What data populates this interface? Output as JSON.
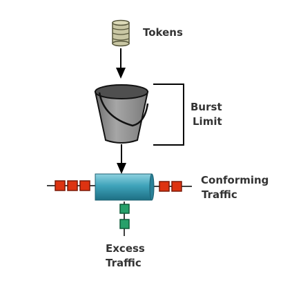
{
  "labels": {
    "tokens": "Tokens",
    "burst_line1": "Burst",
    "burst_line2": "Limit",
    "conforming_line1": "Conforming",
    "conforming_line2": "Traffic",
    "excess_line1": "Excess",
    "excess_line2": "Traffic"
  },
  "colors": {
    "token_fill": "#c9c7a4",
    "token_stroke": "#55553a",
    "bucket_fill": "#8e8e8e",
    "bucket_stroke": "#111111",
    "pipe_fill": "#2e8fa6",
    "pipe_highlight": "#8fd2e0",
    "packet_red": "#dd3311",
    "packet_green": "#27a06a",
    "line": "#000000",
    "text": "#333333"
  },
  "icons": {
    "tokens": "token-stack-icon",
    "bucket": "bucket-icon",
    "pipe": "pipe-icon",
    "packet": "packet-icon"
  }
}
